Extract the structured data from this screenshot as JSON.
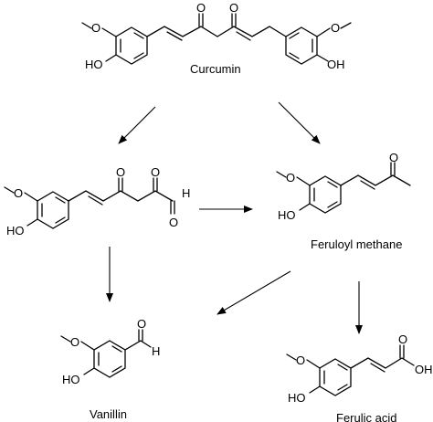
{
  "diagram": {
    "compounds": [
      {
        "id": "curcumin",
        "label": "Curcumin"
      },
      {
        "id": "intermediate",
        "label": ""
      },
      {
        "id": "feruloyl_methane",
        "label": "Feruloyl methane"
      },
      {
        "id": "vanillin",
        "label": "Vanillin"
      },
      {
        "id": "ferulic_acid",
        "label": "Ferulic acid"
      }
    ],
    "atoms": {
      "hydroxyl": "HO",
      "oxygen": "O",
      "hydrogen": "H",
      "acid_oh": "OH"
    },
    "arrows": [
      {
        "from": "curcumin",
        "to": "intermediate"
      },
      {
        "from": "curcumin",
        "to": "feruloyl_methane"
      },
      {
        "from": "intermediate",
        "to": "feruloyl_methane"
      },
      {
        "from": "intermediate",
        "to": "vanillin"
      },
      {
        "from": "feruloyl_methane",
        "to": "vanillin"
      },
      {
        "from": "feruloyl_methane",
        "to": "ferulic_acid"
      }
    ]
  }
}
